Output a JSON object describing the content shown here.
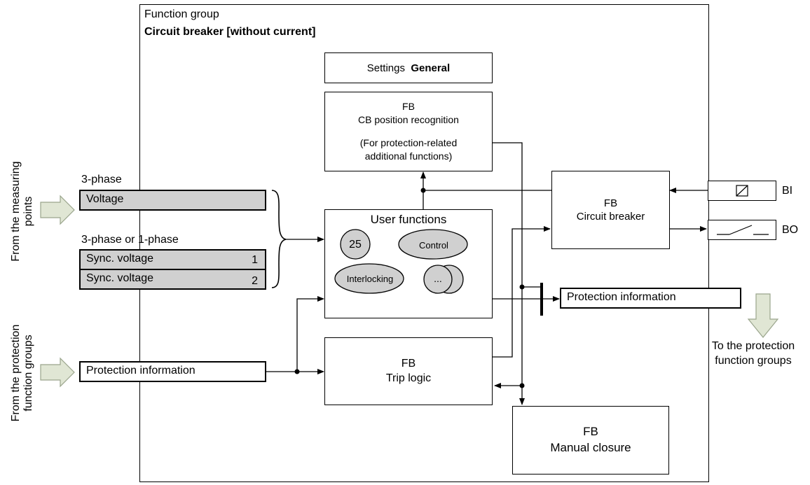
{
  "function_group": {
    "label": "Function group",
    "name": "Circuit breaker [without current]"
  },
  "settings": {
    "prefix": "Settings",
    "bold": "General"
  },
  "cb_position": {
    "line1": "FB",
    "line2": "CB position recognition",
    "line3": "(For protection-related",
    "line4": "additional functions)"
  },
  "inputs": {
    "three_phase_label": "3-phase",
    "voltage": "Voltage",
    "three_or_one_label": "3-phase or 1-phase",
    "sync1": "Sync. voltage",
    "sync1_num": "1",
    "sync2": "Sync. voltage",
    "sync2_num": "2",
    "protection_info_in": "Protection information"
  },
  "user_functions": {
    "title": "User functions",
    "f25": "25",
    "control": "Control",
    "interlocking": "Interlocking",
    "more": "..."
  },
  "circuit_breaker": {
    "line1": "FB",
    "line2": "Circuit breaker"
  },
  "trip_logic": {
    "line1": "FB",
    "line2": "Trip logic"
  },
  "manual_closure": {
    "line1": "FB",
    "line2": "Manual closure"
  },
  "outputs": {
    "bi": "BI",
    "bo": "BO",
    "protection_info_out": "Protection information",
    "to_groups": "To the protection\nfunction groups"
  },
  "side_labels": {
    "from_measuring": "From the measuring\npoints",
    "from_protection": "From the protection\nfunction groups"
  },
  "colors": {
    "arrow_fill": "#e0e6d4",
    "arrow_stroke": "#9aa58c",
    "grey_box": "#d0d0d0"
  }
}
